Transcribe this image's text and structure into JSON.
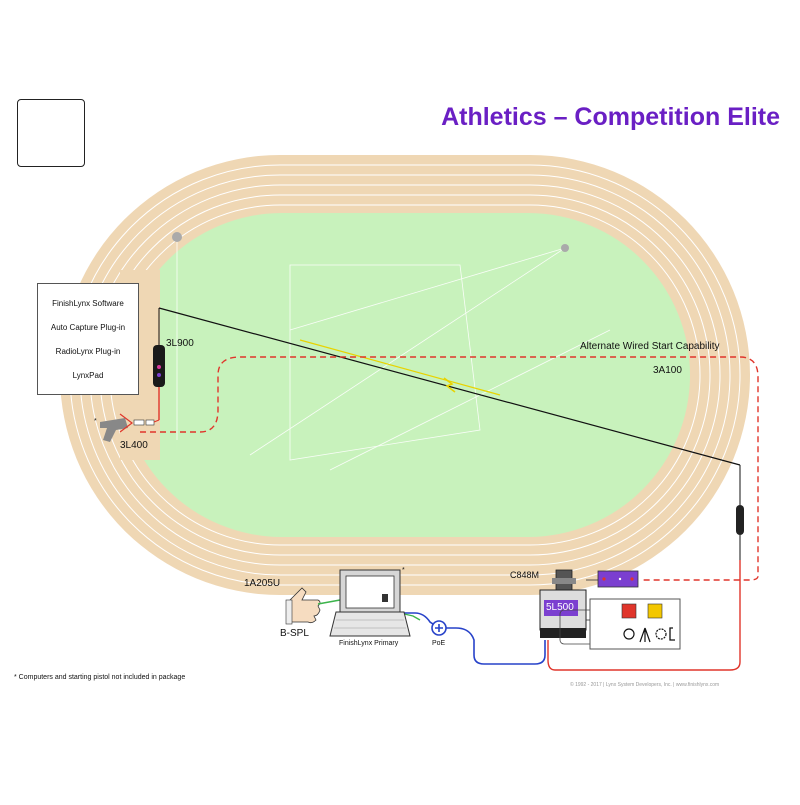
{
  "title": "Athletics – Competition Elite",
  "software_box": {
    "items": [
      "FinishLynx Software",
      "Auto Capture Plug-in",
      "RadioLynx Plug-in",
      "LynxPad"
    ]
  },
  "labels": {
    "radio_3l900": "3L900",
    "start_3l400": "3L400",
    "alt_wired": "Alternate Wired Start Capability",
    "cable_3a100": "3A100",
    "button_1a205u": "1A205U",
    "bspl": "B-SPL",
    "laptop": "FinishLynx Primary",
    "poe": "PoE",
    "camera_mount": "C848M",
    "camera_model": "5L500",
    "asterisk": "*"
  },
  "footnote": "* Computers and starting pistol not included in package",
  "copyright": "© 1992 - 2017  |  Lynx System Developers, Inc.  |  www.finishlynx.com",
  "colors": {
    "title": "#6a1fc4",
    "track": "#efd7b4",
    "infield": "#c8f2bc",
    "wired_start": "#e0352b",
    "poe_cable": "#2742c9",
    "camera_label": "#7b3fd0"
  }
}
